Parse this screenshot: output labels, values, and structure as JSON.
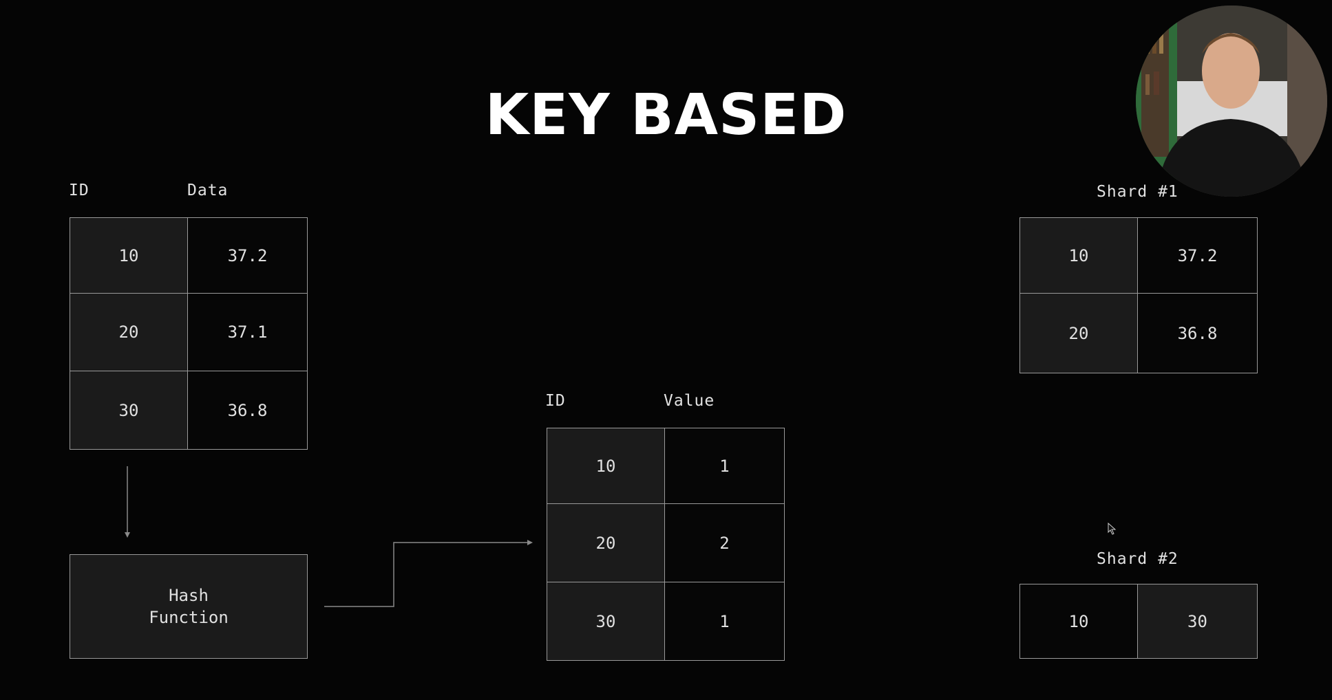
{
  "title": "KEY BASED",
  "source_table": {
    "headers": [
      "ID",
      "Data"
    ],
    "rows": [
      [
        "10",
        "37.2"
      ],
      [
        "20",
        "37.1"
      ],
      [
        "30",
        "36.8"
      ]
    ]
  },
  "hash_box": {
    "line1": "Hash",
    "line2": "Function"
  },
  "value_table": {
    "headers": [
      "ID",
      "Value"
    ],
    "rows": [
      [
        "10",
        "1"
      ],
      [
        "20",
        "2"
      ],
      [
        "30",
        "1"
      ]
    ]
  },
  "shard1": {
    "label": "Shard #1",
    "rows": [
      [
        "10",
        "37.2"
      ],
      [
        "20",
        "36.8"
      ]
    ]
  },
  "shard2": {
    "label": "Shard #2",
    "rows": [
      [
        "10",
        "30"
      ]
    ]
  },
  "colors": {
    "background": "#050505",
    "cell_gray": "#1b1b1b",
    "cell_black": "#060606",
    "border": "#9a9a9a",
    "text": "#e0e0e0"
  }
}
